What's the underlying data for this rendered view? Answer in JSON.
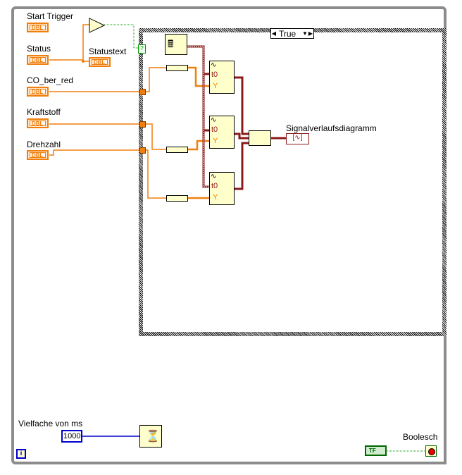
{
  "controls": {
    "start_trigger": {
      "label": "Start Trigger",
      "type": "DBL"
    },
    "status": {
      "label": "Status",
      "type": "DBL"
    },
    "co_ber_red": {
      "label": "CO_ber_red",
      "type": "DBL"
    },
    "kraftstoff": {
      "label": "Kraftstoff",
      "type": "DBL"
    },
    "drehzahl": {
      "label": "Drehzahl",
      "type": "DBL"
    }
  },
  "indicators": {
    "statustext": {
      "label": "Statustext",
      "type": "DBL"
    },
    "signalverlauf": {
      "label": "Signalverlaufsdiagramm"
    },
    "boolesch": {
      "label": "Boolesch"
    }
  },
  "case_structure": {
    "selector_value": "True",
    "selector_terminal": "?"
  },
  "waveform_nodes": [
    {
      "t0": "t0",
      "y": "Y"
    },
    {
      "t0": "t0",
      "y": "Y"
    },
    {
      "t0": "t0",
      "y": "Y"
    }
  ],
  "wait": {
    "label": "Vielfache von ms",
    "value": "1000"
  },
  "loop": {
    "iteration_terminal": "i",
    "stop_constant": "TF"
  },
  "colors": {
    "numeric_wire": "#f07f0e",
    "waveform_wire": "#8b1a1a",
    "integer_wire": "#0000cc",
    "boolean_wire": "#006600",
    "node_fill": "#ffffcc"
  }
}
